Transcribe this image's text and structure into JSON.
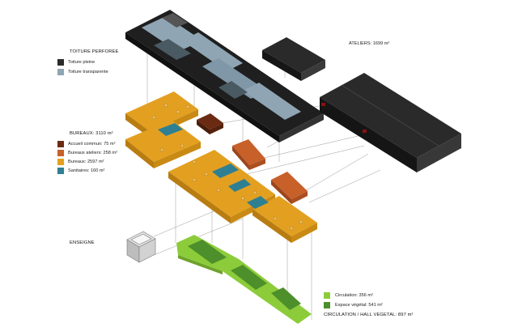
{
  "roof": {
    "title": "TOITURE PERFOREE",
    "items": [
      {
        "label": "Toiture pleine",
        "color": "#2b2b2b"
      },
      {
        "label": "Toiture transparente",
        "color": "#8fa5b3"
      }
    ]
  },
  "ateliers": {
    "label": "ATELIERS: 1699 m²"
  },
  "bureaux": {
    "title": "BUREAUX: 3110 m²",
    "items": [
      {
        "label": "Accueil commun: 75 m²",
        "color": "#6b2a12"
      },
      {
        "label": "Bureaux ateliers: 258 m²",
        "color": "#c8602a"
      },
      {
        "label": "Bureaux: 2597 m²",
        "color": "#e3a020"
      },
      {
        "label": "Sanitaires: 160 m²",
        "color": "#2f7f93"
      }
    ]
  },
  "enseigne": {
    "label": "ENSEIGNE"
  },
  "circulation": {
    "items": [
      {
        "label": "Circulation: 356 m²",
        "color": "#8ccc3a"
      },
      {
        "label": "Espace végétal: 541 m²",
        "color": "#4d8f2a"
      }
    ],
    "title": "CIRCULATION / HALL VEGETAL: 897 m²"
  }
}
